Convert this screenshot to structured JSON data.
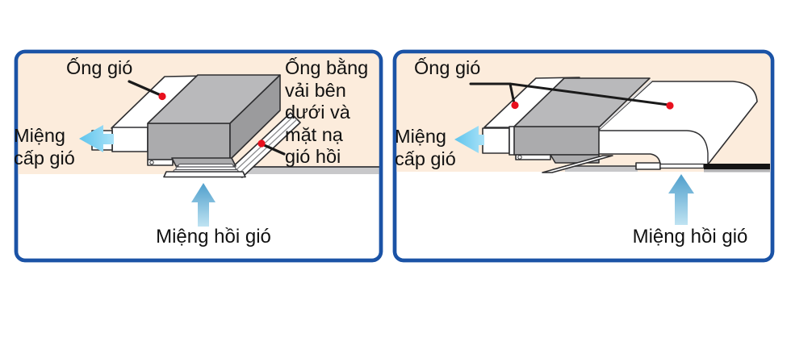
{
  "figure": {
    "description": "Two side-by-side air-conditioning duct installation diagrams",
    "panels": {
      "left": {
        "duct_label": "Ống gió",
        "fabric_label": "Ống bằng\nvải bên\ndưới và\nmặt nạ\ngió hồi",
        "supply_label": "Miệng\ncấp gió",
        "return_label": "Miệng hồi gió"
      },
      "right": {
        "duct_label": "Ống gió",
        "supply_label": "Miệng\ncấp gió",
        "return_label": "Miệng hồi gió"
      }
    }
  },
  "colors": {
    "border": "#1b53a6",
    "panel_bg": "#fcecdc",
    "unit_top": "#b9b9bb",
    "unit_front": "#ababad",
    "unit_side": "#9b9b9d",
    "ceiling": "#c8c8ca",
    "ceiling_edge": "#4a4a4c",
    "red_dot": "#e8101e",
    "leader": "#1a1a1a",
    "arrow_cyan_dark": "#5fc4ec",
    "arrow_cyan_light": "#a9e2f8",
    "arrow_blue_top": "#4f9fcc",
    "arrow_blue_bottom": "#bfe3f2"
  }
}
